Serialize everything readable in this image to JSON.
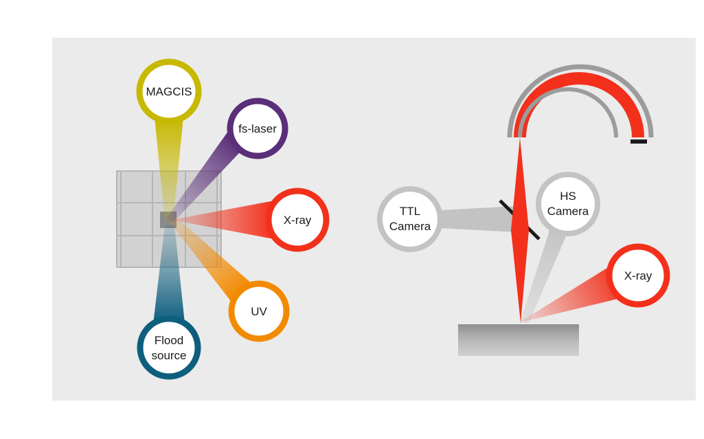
{
  "left_diagram": {
    "sources": [
      {
        "label_lines": [
          "MAGCIS"
        ],
        "color": "#c7b800"
      },
      {
        "label_lines": [
          "fs-laser"
        ],
        "color": "#5a2e78"
      },
      {
        "label_lines": [
          "X-ray"
        ],
        "color": "#f2301b"
      },
      {
        "label_lines": [
          "UV"
        ],
        "color": "#f28a00"
      },
      {
        "label_lines": [
          "Flood",
          "source"
        ],
        "color": "#0e5e7e"
      }
    ]
  },
  "right_diagram": {
    "ttl_camera": {
      "label_lines": [
        "TTL",
        "Camera"
      ],
      "color": "#c3c3c3"
    },
    "hs_camera": {
      "label_lines": [
        "HS",
        "Camera"
      ],
      "color": "#c3c3c3"
    },
    "xray": {
      "label_lines": [
        "X-ray"
      ],
      "color": "#f2301b"
    },
    "beam_color": "#f2301b"
  },
  "colors": {
    "panel_background": "#ebebeb",
    "grid_fill": "#d2d2d2",
    "grid_line": "#b5b5b5",
    "arc_gray": "#9c9c9c",
    "mirror": "#1a1a1a"
  }
}
